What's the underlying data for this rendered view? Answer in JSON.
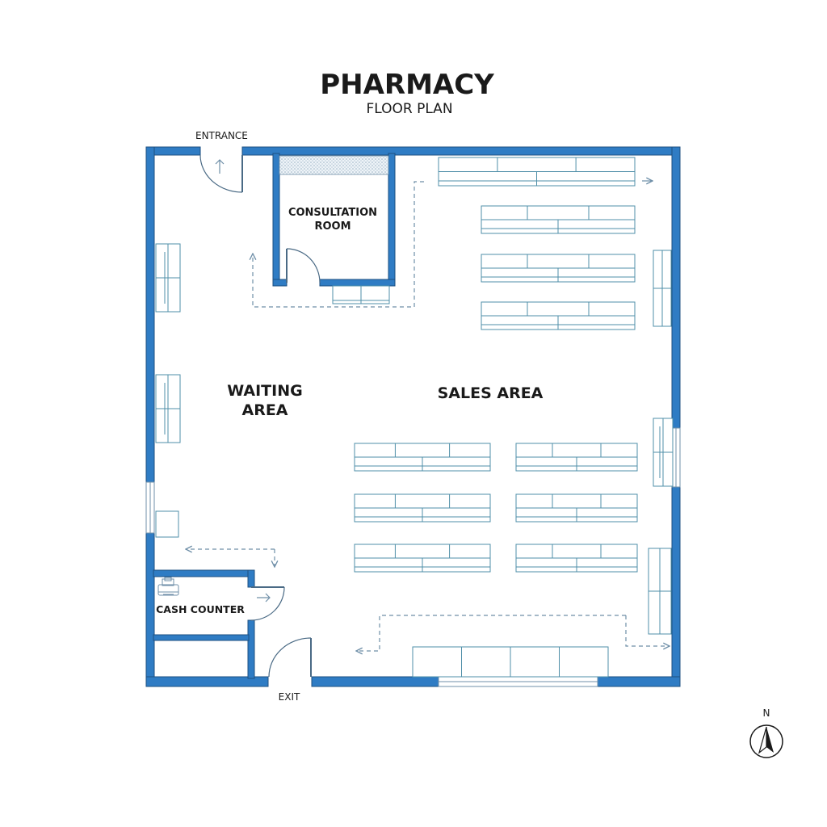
{
  "title": "PHARMACY",
  "subtitle": "FLOOR PLAN",
  "labels": {
    "entrance": "ENTRANCE",
    "exit": "EXIT",
    "consultation_line1": "CONSULTATION",
    "consultation_line2": "ROOM",
    "waiting_line1": "WAITING",
    "waiting_line2": "AREA",
    "sales": "SALES AREA",
    "cash_counter": "CASH COUNTER",
    "compass_north": "N"
  },
  "colors": {
    "wall": "#2f7cc4",
    "wall_outline": "#1d4f80",
    "shelf": "#4f8fa8",
    "path": "#6f8fa8"
  }
}
